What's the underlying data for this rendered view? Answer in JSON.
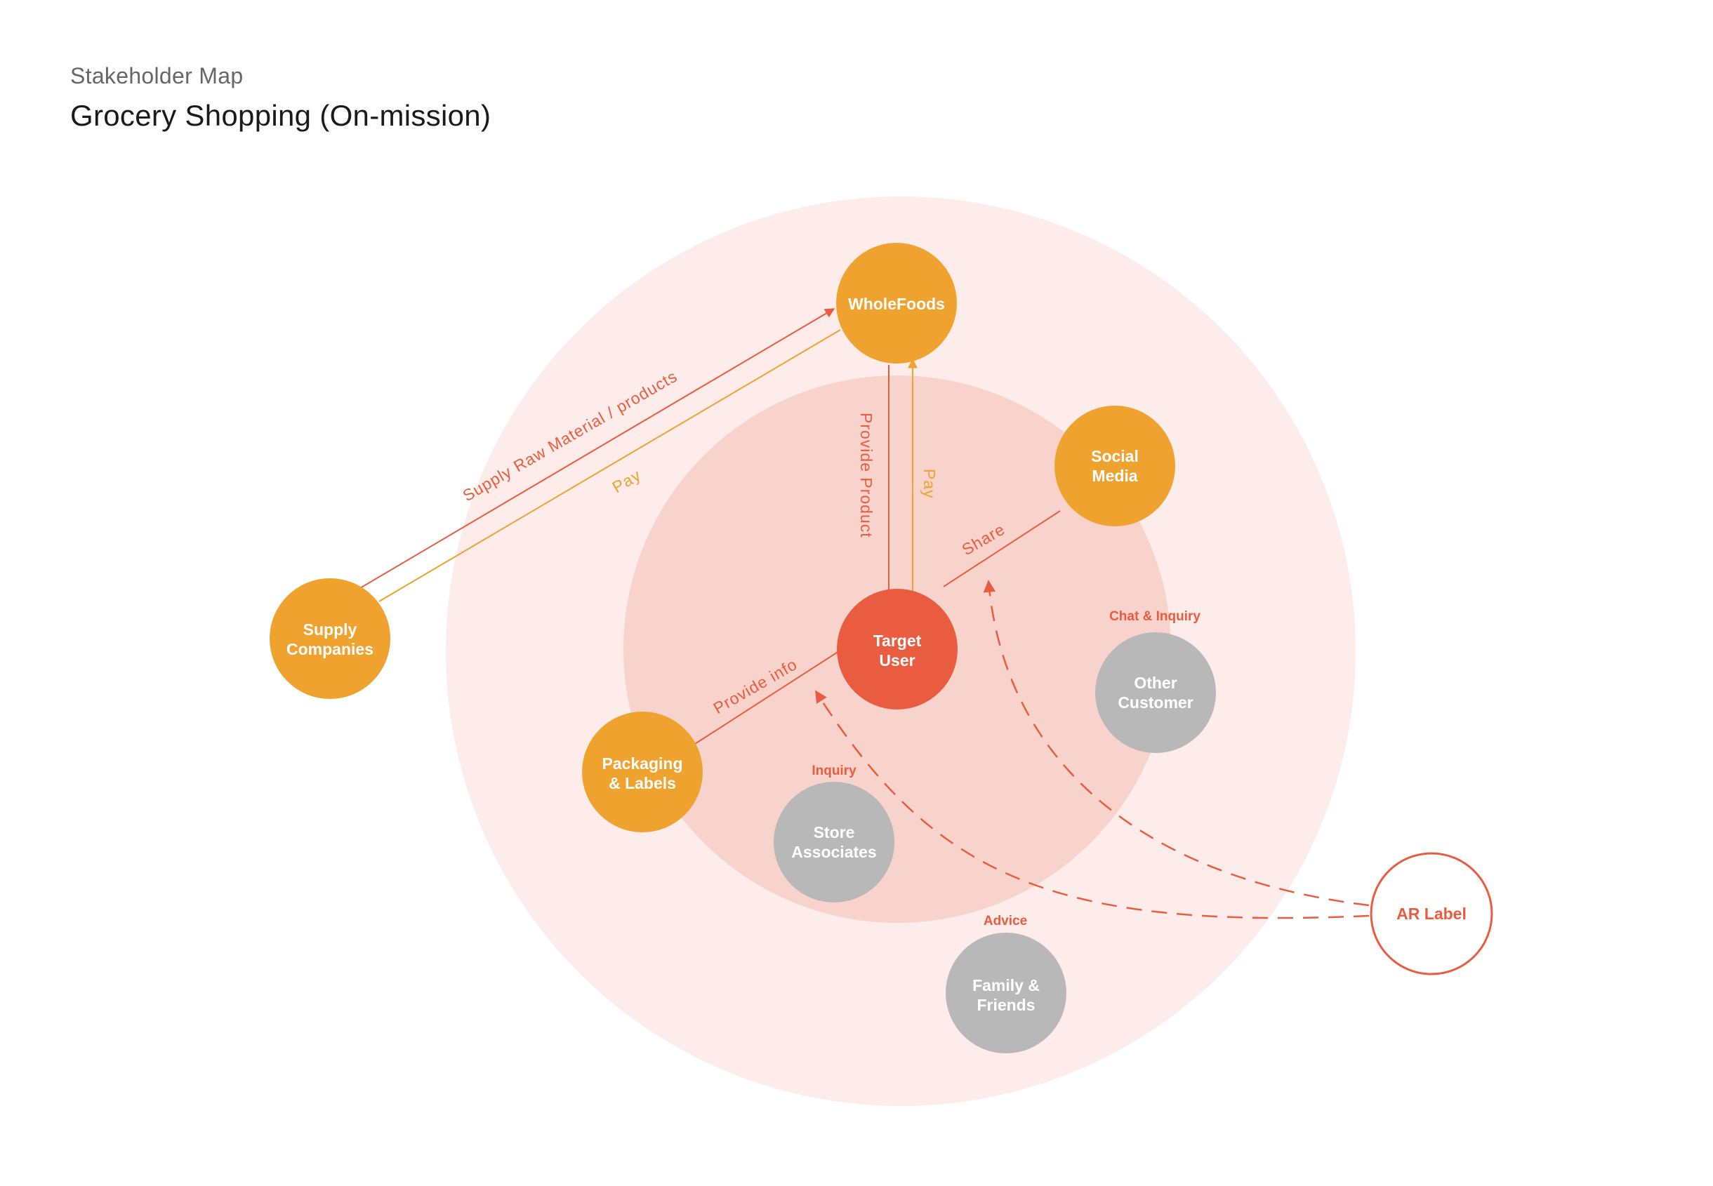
{
  "header": {
    "subtitle": "Stakeholder Map",
    "title": "Grocery Shopping (On-mission)"
  },
  "colors": {
    "outer_ring": "#fdecea",
    "inner_ring": "#f8d3cc",
    "orange": "#f0a22e",
    "red": "#e95c3f",
    "gray": "#b8b8b8"
  },
  "nodes": {
    "wholefoods": [
      "WholeFoods"
    ],
    "social_media": [
      "Social",
      "Media"
    ],
    "supply_companies": [
      "Supply",
      "Companies"
    ],
    "target_user": [
      "Target",
      "User"
    ],
    "packaging": [
      "Packaging",
      "& Labels"
    ],
    "other_customer": [
      "Other",
      "Customer"
    ],
    "store_associates": [
      "Store",
      "Associates"
    ],
    "family_friends": [
      "Family &",
      "Friends"
    ],
    "ar_label": [
      "AR Label"
    ]
  },
  "edges": {
    "supply_raw": "Supply Raw Material / products",
    "pay_supply": "Pay",
    "provide_product": "Provide Product",
    "pay_user": "Pay",
    "share": "Share",
    "provide_info": "Provide info"
  },
  "annotations": {
    "chat_inquiry": "Chat & Inquiry",
    "inquiry": "Inquiry",
    "advice": "Advice"
  }
}
